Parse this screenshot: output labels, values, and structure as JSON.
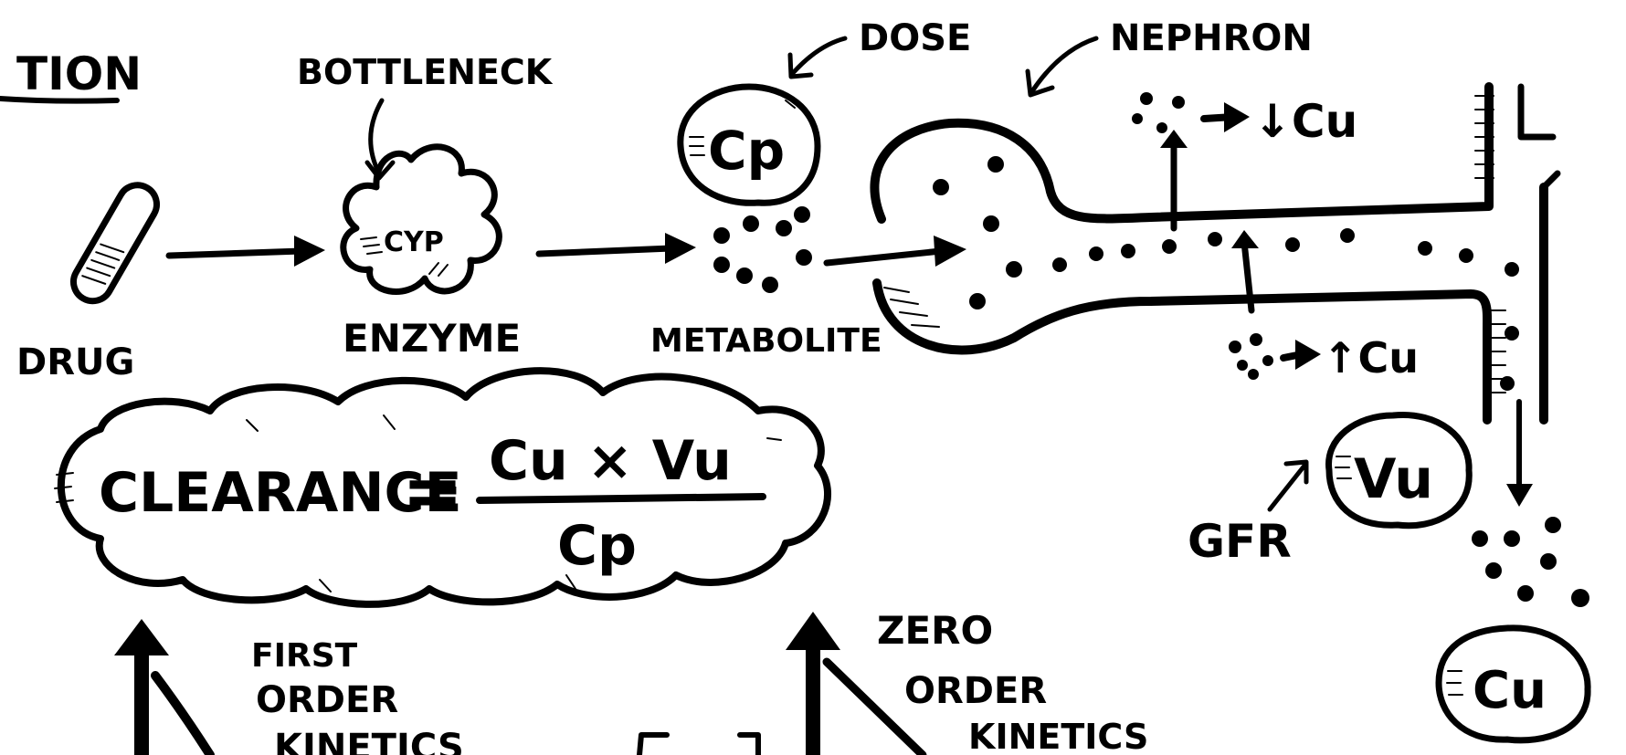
{
  "header": {
    "partial_title": "TION"
  },
  "labels": {
    "bottleneck": "BOTTLENECK",
    "dose": "DOSE",
    "nephron": "NEPHRON",
    "drug": "DRUG",
    "enzyme": "ENZYME",
    "enzyme_inner": "CYP",
    "metabolite": "METABOLITE",
    "cp": "Cp",
    "down_cu": "↓Cu",
    "up_cu": "↑Cu",
    "vu": "Vu",
    "gfr": "GFR",
    "cu": "Cu",
    "first_order": [
      "FIRST",
      "ORDER",
      "KINETICS"
    ],
    "zero_order": [
      "ZERO",
      "ORDER",
      "KINETICS"
    ]
  },
  "formula": {
    "lhs": "CLEARANCE",
    "equals": "=",
    "numerator": "Cu × Vu",
    "denominator": "Cp"
  },
  "colors": {
    "ink": "#000000",
    "paper": "#ffffff"
  }
}
